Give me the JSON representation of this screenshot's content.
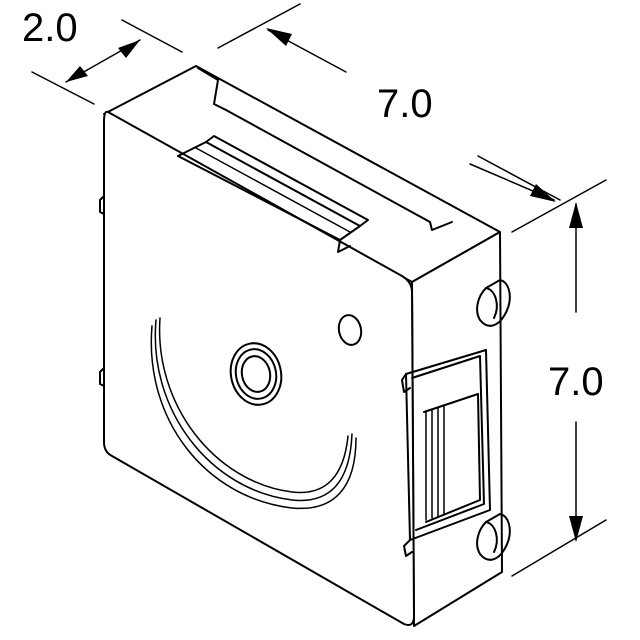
{
  "figure": {
    "colors": {
      "line": "#000000",
      "background": "#ffffff"
    },
    "dimensions": {
      "thickness": "2.0",
      "width": "7.0",
      "height": "7.0"
    }
  }
}
